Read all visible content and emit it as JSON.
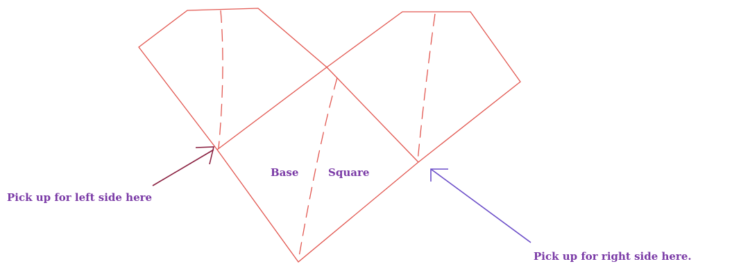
{
  "labels": {
    "base": "Base",
    "square": "Square",
    "left_pickup": "Pick up for left side here",
    "right_pickup": "Pick up for right side here."
  },
  "colors": {
    "outline": "#e2564f",
    "text": "#7a3aa6",
    "left_arrow": "#8a2040",
    "right_arrow": "#6a4cc8"
  }
}
